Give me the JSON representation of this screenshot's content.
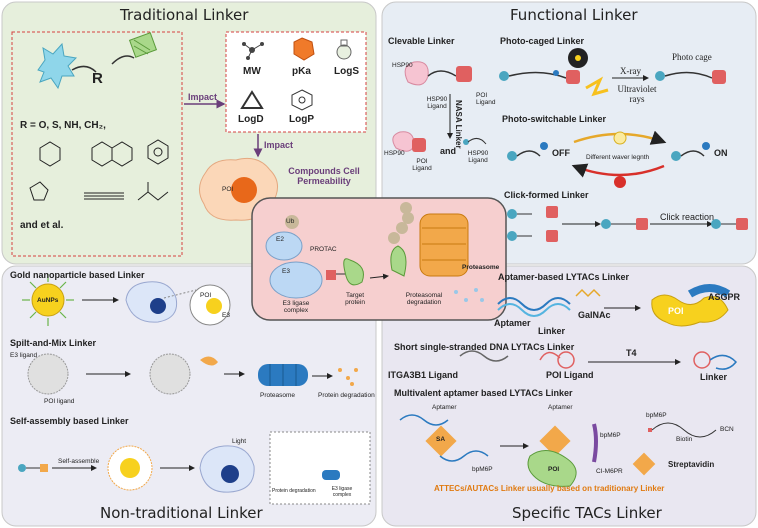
{
  "quadrants": {
    "traditional": {
      "title": "Traditional Linker",
      "r_label": "R",
      "r_def": "R = O, S, NH, CH₂,",
      "and_et_al": "and et al.",
      "impact_1": "Impact",
      "impact_2": "Impact",
      "props": [
        "MW",
        "pKa",
        "LogS",
        "LogD",
        "LogP"
      ],
      "poi": "POI",
      "permeability": "Compounds Cell Permeability"
    },
    "functional": {
      "title": "Functional Linker",
      "cleavable": "Clevable Linker",
      "hsp90_a": "HSP90",
      "hsp90_ligand": "HSP90 Ligand",
      "poi_ligand_a": "POI Ligand",
      "nasa": "NASA Linker",
      "hsp90_b": "HSP90",
      "poi_ligand_b": "POI Ligand",
      "and": "and",
      "hsp90_ligand_b": "HSP90 Ligand",
      "photo_caged": "Photo-caged Linker",
      "photo_cage": "Photo cage",
      "xray": "X-ray",
      "uv": "Ultraviolet rays",
      "photo_switchable": "Photo-switchable Linker",
      "off": "OFF",
      "on": "ON",
      "wavelength": "Different waver legnth",
      "click_formed": "Click-formed Linker",
      "click_reaction": "Click reaction"
    },
    "center": {
      "ub": "Ub",
      "e2": "E2",
      "e3": "E3",
      "protac": "PROTAC",
      "target": "Target protein",
      "e3_complex": "E3 ligase complex",
      "proteasome": "Proteasome",
      "degradation": "Proteasomal degradation"
    },
    "nontraditional": {
      "title": "Non-traditional Linker",
      "gold": "Gold nanoparticle based Linker",
      "aunps": "AuNPs",
      "poi": "POI",
      "e3": "E3",
      "spilt": "Spilt-and-Mix Linker",
      "e3_ligand": "E3 ligand",
      "poi_ligand": "POI ligand",
      "proteasome": "Proteasome",
      "protein_degradation": "Protein degradation",
      "self_assembly": "Self-assembly based Linker",
      "self_assemble": "Self-assemble",
      "light": "Light",
      "inset_degradation": "Protein degradation",
      "inset_complex": "E3 ligase complex"
    },
    "specific": {
      "title": "Specific TACs Linker",
      "aptamer_lytac": "Aptamer-based LYTACs Linker",
      "aptamer": "Aptamer",
      "linker": "Linker",
      "galnac": "GalNAc",
      "poi": "POI",
      "asgpr": "ASGPR",
      "ssdna": "Short single-stranded DNA LYTACs Linker",
      "itga": "ITGA3B1 Ligand",
      "poi_ligand": "POI Ligand",
      "t4": "T4",
      "linker_b": "Linker",
      "multivalent": "Multivalent aptamer based LYTACs Linker",
      "aptamer_b": "Aptamer",
      "aptamer_c": "Aptamer",
      "sa": "SA",
      "bpm6p": "bpM6P",
      "bpm6p_b": "bpM6P",
      "bpm6p_c": "bpM6P",
      "ci_m6pr": "CI-M6PR",
      "poi_b": "POI",
      "biotin": "Biotin",
      "bcn": "BCN",
      "streptavidin": "Streptavidin",
      "attec": "ATTECs/AUTACs Linker usually based on traditionary Linker"
    }
  },
  "colors": {
    "trad_bg": "#e6efdc",
    "func_bg": "#e7edf4",
    "nontrad_bg": "#ececf4",
    "spec_bg": "#e9e7f1",
    "center_bg": "#f6cfcf",
    "accent_purple": "#6a3e7a",
    "attec_orange": "#e07a10"
  }
}
